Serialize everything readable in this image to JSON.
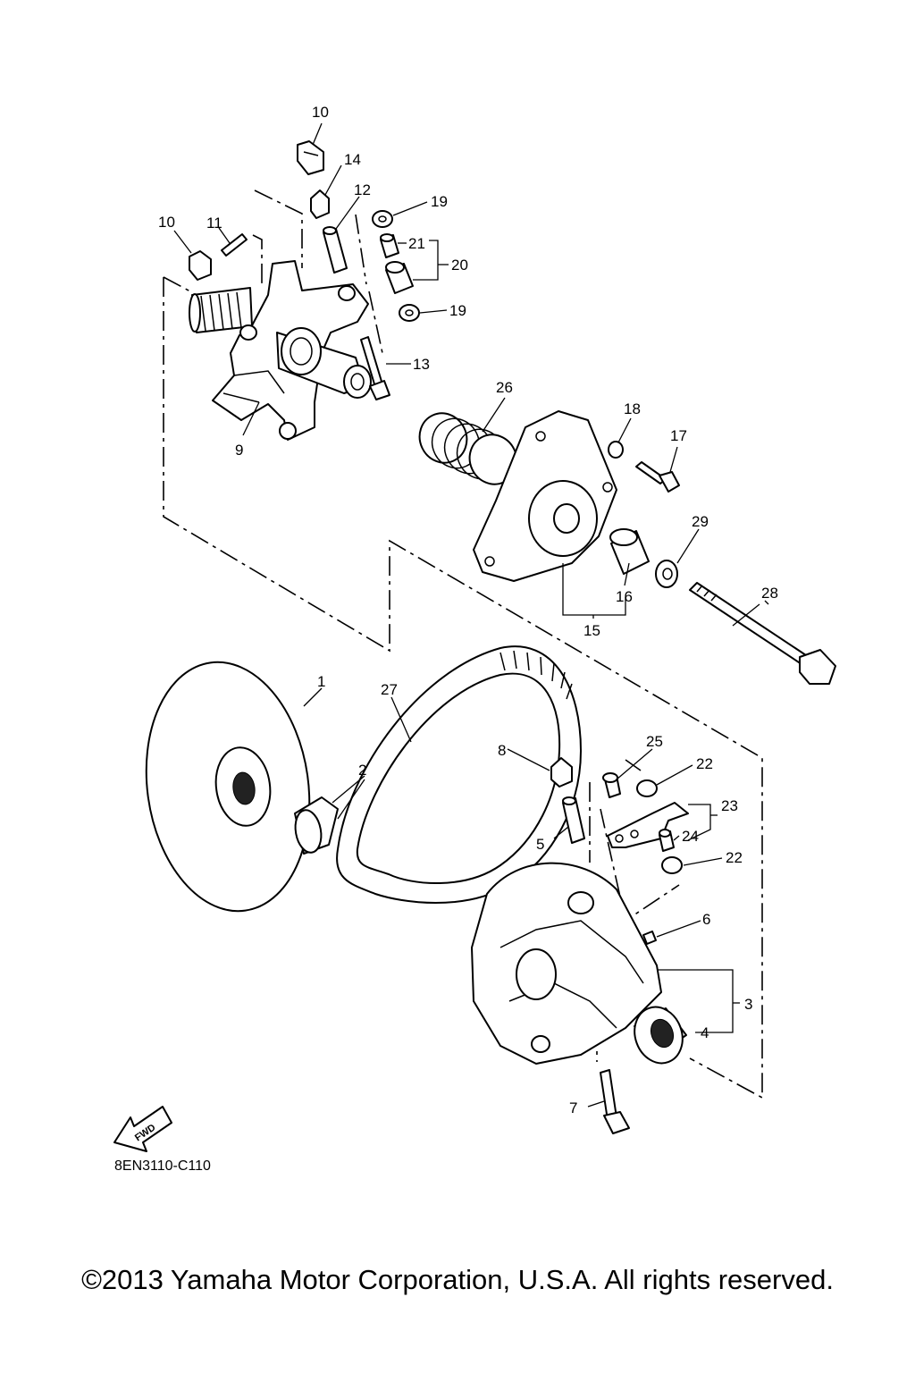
{
  "diagram": {
    "callouts": {
      "c10a": "10",
      "c14": "14",
      "c12": "12",
      "c19a": "19",
      "c10b": "10",
      "c11": "11",
      "c21": "21",
      "c20": "20",
      "c19b": "19",
      "c13": "13",
      "c9": "9",
      "c26": "26",
      "c18": "18",
      "c17": "17",
      "c29": "29",
      "c28": "28",
      "c16": "16",
      "c15": "15",
      "c1": "1",
      "c27": "27",
      "c8": "8",
      "c25": "25",
      "c22a": "22",
      "c2": "2",
      "c23": "23",
      "c5": "5",
      "c24": "24",
      "c22b": "22",
      "c6": "6",
      "c3": "3",
      "c4": "4",
      "c7": "7"
    },
    "fwd_label": "FWD",
    "drawing_code": "8EN3110-C110"
  },
  "footer": {
    "copyright": "©2013 Yamaha Motor Corporation, U.S.A. All rights reserved."
  }
}
